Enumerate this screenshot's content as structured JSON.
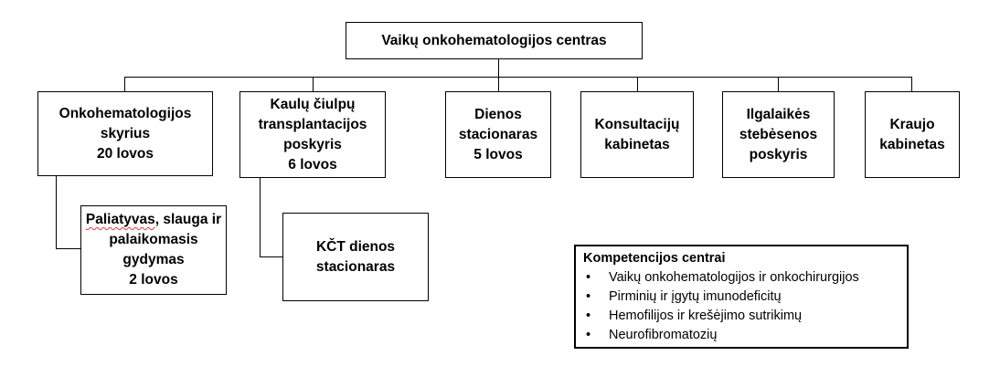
{
  "root": {
    "label": "Vaikų onkohematologijos centras"
  },
  "units": [
    {
      "lines": [
        "Onkohematologijos",
        "skyrius",
        "20 lovos"
      ]
    },
    {
      "lines": [
        "Kaulų čiulpų",
        "transplantacijos",
        "poskyris",
        "6 lovos"
      ]
    },
    {
      "lines": [
        "Dienos",
        "stacionaras",
        "5 lovos"
      ]
    },
    {
      "lines": [
        "Konsultacijų",
        "kabinetas"
      ]
    },
    {
      "lines": [
        "Ilgalaikės",
        "stebėsenos",
        "poskyris"
      ]
    },
    {
      "lines": [
        "Kraujo",
        "kabinetas"
      ]
    }
  ],
  "sub_units": [
    {
      "lines": [
        "Paliatyvas, slauga ir",
        "palaikomasis",
        "gydymas",
        "2 lovos"
      ],
      "underlined_word": "Paliatyvas"
    },
    {
      "lines": [
        "KČT dienos",
        "stacionaras"
      ]
    }
  ],
  "legend": {
    "title": "Kompetencijos centrai",
    "bullet": "•",
    "items": [
      "Vaikų onkohematologijos ir onkochirurgijos",
      "Pirminių ir įgytų imunodeficitų",
      "Hemofilijos ir krešėjimo sutrikimų",
      "Neurofibromatozių"
    ]
  },
  "colors": {
    "line": "#000000",
    "spellcheck_underline": "#e53935"
  }
}
